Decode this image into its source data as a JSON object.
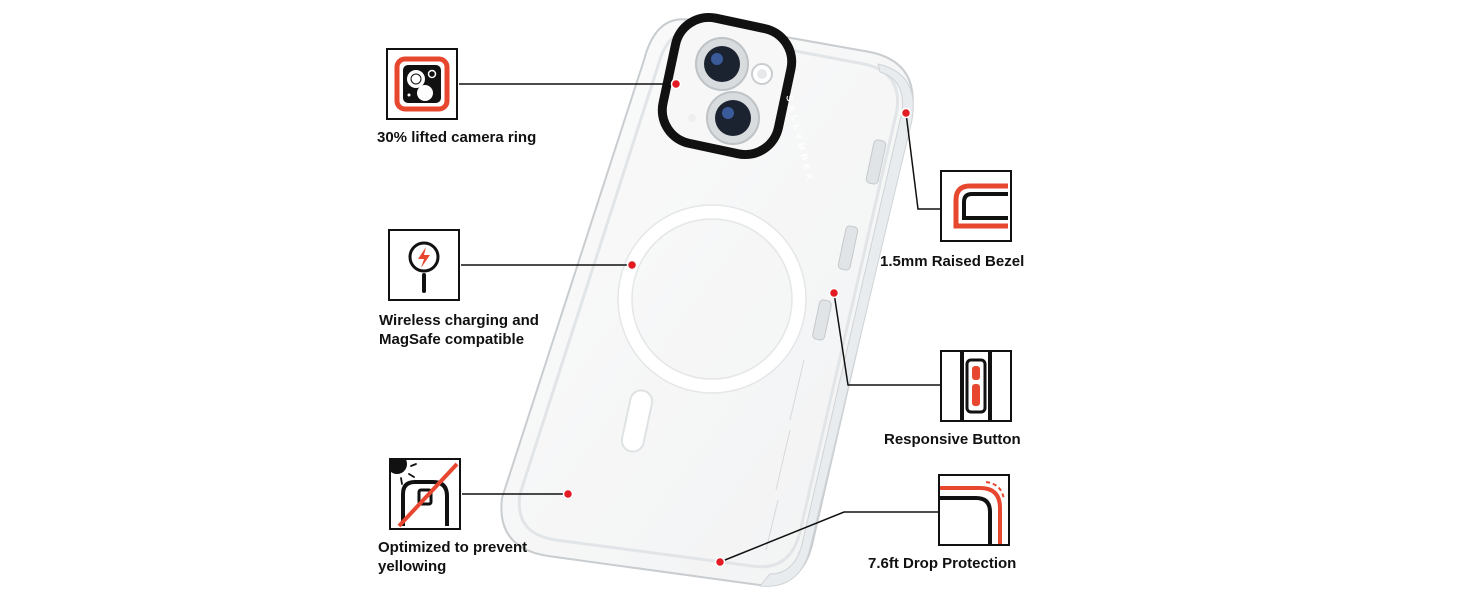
{
  "brand_text": "SALLVMBEK",
  "colors": {
    "accent": "#e8472f",
    "callout_dot": "#e31b23",
    "ink": "#111111",
    "case_edge": "#cfd3d6"
  },
  "features": [
    {
      "id": "camera-ring",
      "icon": "camera-ring-icon",
      "lines": [
        "30% lifted camera ring"
      ]
    },
    {
      "id": "wireless",
      "icon": "wireless-charging-icon",
      "lines": [
        "Wireless charging and",
        "MagSafe compatible"
      ]
    },
    {
      "id": "yellowing",
      "icon": "anti-yellowing-icon",
      "lines": [
        "Optimized to prevent",
        "yellowing"
      ]
    },
    {
      "id": "bezel",
      "icon": "raised-bezel-icon",
      "lines": [
        "1.5mm Raised Bezel"
      ]
    },
    {
      "id": "button",
      "icon": "responsive-button-icon",
      "lines": [
        "Responsive Button"
      ]
    },
    {
      "id": "drop",
      "icon": "drop-protection-icon",
      "lines": [
        "7.6ft Drop Protection"
      ]
    }
  ]
}
